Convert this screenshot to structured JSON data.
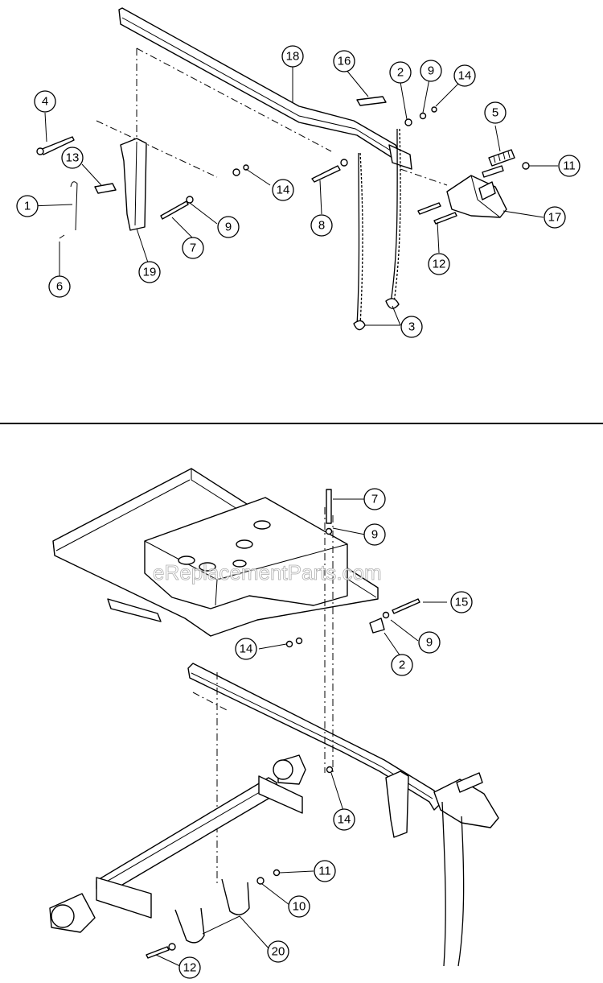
{
  "watermark": "eReplacementParts.com",
  "top_callouts": [
    "18",
    "16",
    "2",
    "9",
    "14",
    "4",
    "13",
    "1",
    "6",
    "19",
    "7",
    "9",
    "14",
    "8",
    "5",
    "11",
    "17",
    "12",
    "3"
  ],
  "bottom_callouts": [
    "7",
    "9",
    "15",
    "9",
    "2",
    "14",
    "14",
    "11",
    "10",
    "20",
    "12"
  ]
}
